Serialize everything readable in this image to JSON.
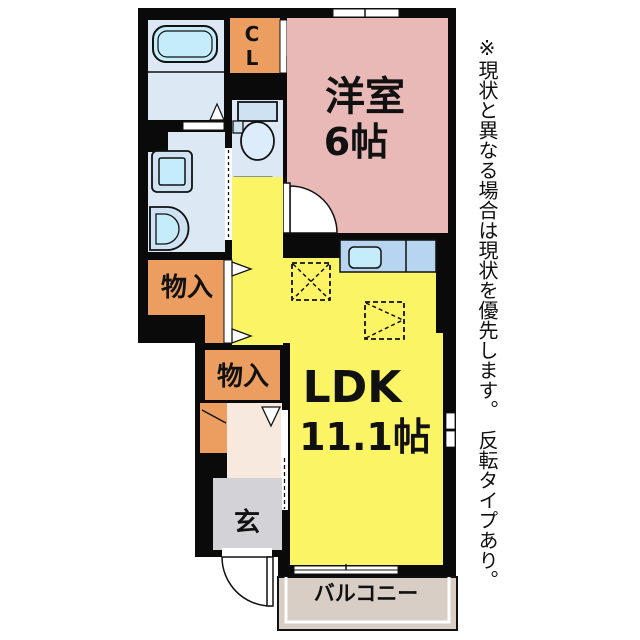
{
  "colors": {
    "wall": "#0a0a0a",
    "pink": "#e8b9b7",
    "yellow": "#fbf464",
    "orange": "#eb9e5f",
    "cream": "#f8e9de",
    "gray": "#d3d3d7",
    "beige": "#d8cec6",
    "roomblue": "#dce9f5",
    "fixblue": "#cfe2f3",
    "counter": "#b7d5f0",
    "cyan": "#c4ecfa",
    "bowl": "#ddecfa"
  },
  "rooms": {
    "western": {
      "label": "洋室",
      "size": "6帖"
    },
    "ldk": {
      "label": "LDK",
      "size": "11.1帖"
    },
    "closet": {
      "label": "CL"
    },
    "storage1": {
      "label": "物入"
    },
    "storage2": {
      "label": "物入"
    },
    "entrance": {
      "label": "玄"
    },
    "balcony": {
      "label": "バルコニー"
    }
  },
  "note": "※現状と異なる場合は現状を優先します。　反転タイプあり。"
}
